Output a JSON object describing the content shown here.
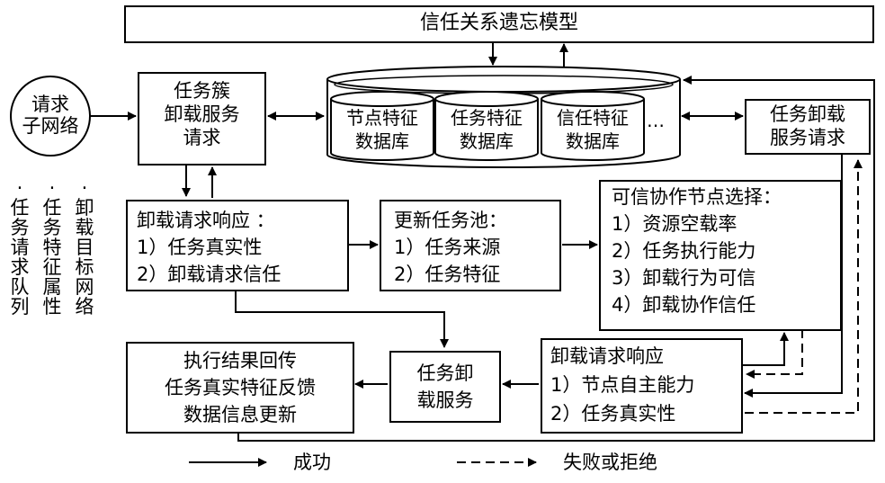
{
  "title": "信任关系遗忘模型",
  "request_subnet": [
    "请求",
    "子网络"
  ],
  "cluster_request": [
    "任务簇",
    "卸载服务",
    "请求"
  ],
  "databases": [
    [
      "节点特征",
      "数据库"
    ],
    [
      "任务特征",
      "数据库"
    ],
    [
      "信任特征",
      "数据库"
    ]
  ],
  "db_ellipsis": "…",
  "task_offload_request": [
    "任务卸载",
    "服务请求"
  ],
  "vertical_cols": [
    {
      "dots": "·",
      "chars": [
        "任",
        "务",
        "请",
        "求",
        "队",
        "列"
      ]
    },
    {
      "dots": "·",
      "chars": [
        "任",
        "务",
        "特",
        "征",
        "属",
        "性"
      ]
    },
    {
      "dots": "·",
      "chars": [
        "卸",
        "载",
        "目",
        "标",
        "网",
        "络"
      ]
    }
  ],
  "offload_response_1": [
    "卸载请求响应 ：",
    "1）任务真实性",
    "2）卸载请求信任"
  ],
  "update_pool": [
    "更新任务池：",
    "1）任务来源",
    "2）任务特征"
  ],
  "trusted_select": [
    "可信协作节点选择：",
    "1）资源空载率",
    "2）任务执行能力",
    "3）卸载行为可信",
    "4）卸载协作信任"
  ],
  "result_return": [
    "执行结果回传",
    "任务真实特征反馈",
    "数据信息更新"
  ],
  "task_offload_service": [
    "任务卸",
    "载服务"
  ],
  "offload_response_2": [
    "卸载请求响应",
    "1）节点自主能力",
    "2）任务真实性"
  ],
  "legend": {
    "success": "成功",
    "fail": "失败或拒绝"
  }
}
